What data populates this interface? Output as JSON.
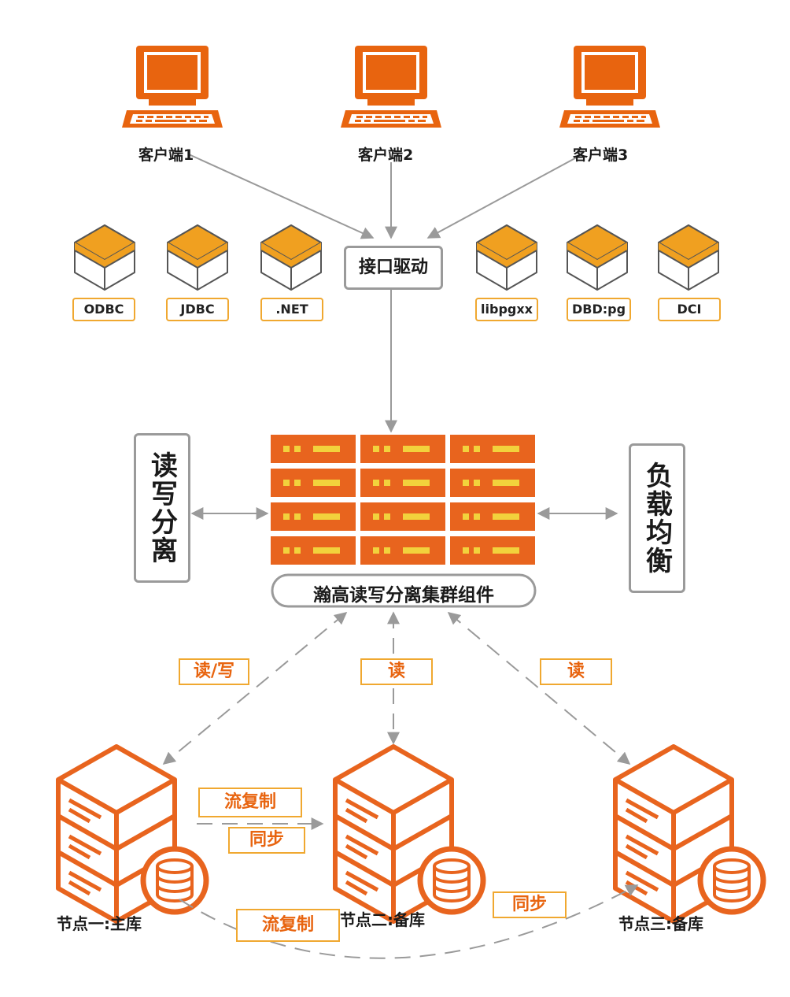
{
  "clients": [
    {
      "label": "客户端1"
    },
    {
      "label": "客户端2"
    },
    {
      "label": "客户端3"
    }
  ],
  "interface": {
    "label": "接口驱动"
  },
  "drivers": [
    {
      "label": "ODBC"
    },
    {
      "label": "JDBC"
    },
    {
      "label": ".NET"
    },
    {
      "label": "libpgxx"
    },
    {
      "label": "DBD:pg"
    },
    {
      "label": "DCI"
    }
  ],
  "side_boxes": {
    "left": "读写分离",
    "right": "负载均衡"
  },
  "cluster": {
    "label": "瀚高读写分离集群组件"
  },
  "access_tags": {
    "node1": "读/写",
    "node2": "读",
    "node3": "读"
  },
  "replication_tags": {
    "top_stream": "流复制",
    "top_sync": "同步",
    "bottom_stream": "流复制",
    "bottom_sync": "同步"
  },
  "nodes": [
    {
      "label": "节点一:主库"
    },
    {
      "label": "节点二:备库"
    },
    {
      "label": "节点三:备库"
    }
  ],
  "colors": {
    "accent": "#e8640f",
    "cube_top": "#f0a020",
    "tag_border": "#f0a830",
    "line_gray": "#9a9a9a",
    "server_face": "#e8641e",
    "server_slot": "#f2d23c"
  }
}
